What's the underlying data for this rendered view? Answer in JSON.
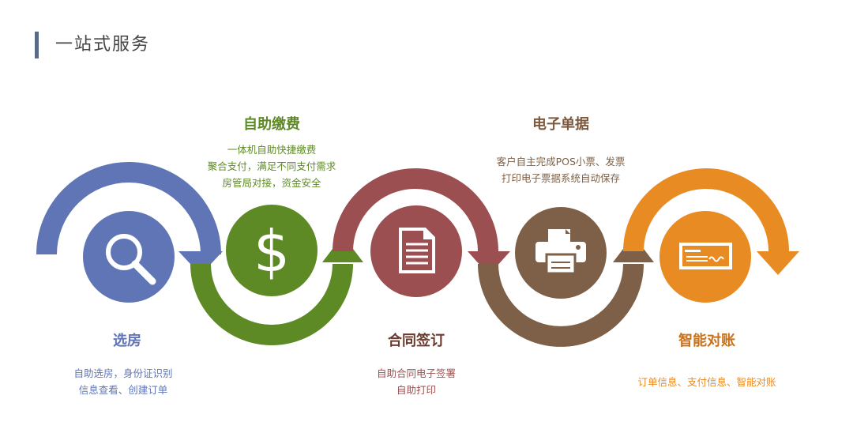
{
  "header": {
    "title": "一站式服务"
  },
  "colors": {
    "blue": "#5f75b6",
    "green": "#5e8a26",
    "red": "#9b4f50",
    "brown": "#7d6047",
    "orange": "#e98b23"
  },
  "steps": [
    {
      "title": "选房",
      "lines": [
        "自助选房，身份证识别",
        "信息查看、创建订单"
      ],
      "icon": "magnifier-icon",
      "color": "#5f75b6"
    },
    {
      "title": "自助缴费",
      "lines": [
        "一体机自助快捷缴费",
        "聚合支付，满足不同支付需求",
        "房管局对接，资金安全"
      ],
      "icon": "dollar-icon",
      "color": "#5e8a26"
    },
    {
      "title": "合同签订",
      "lines": [
        "自助合同电子签署",
        "自助打印"
      ],
      "icon": "document-icon",
      "color": "#9b4f50"
    },
    {
      "title": "电子单据",
      "lines": [
        "客户自主完成POS小票、发票",
        "打印电子票据系统自动保存"
      ],
      "icon": "printer-icon",
      "color": "#7d6047"
    },
    {
      "title": "智能对账",
      "lines": [
        "订单信息、支付信息、智能对账"
      ],
      "icon": "check-card-icon",
      "color": "#e98b23"
    }
  ]
}
